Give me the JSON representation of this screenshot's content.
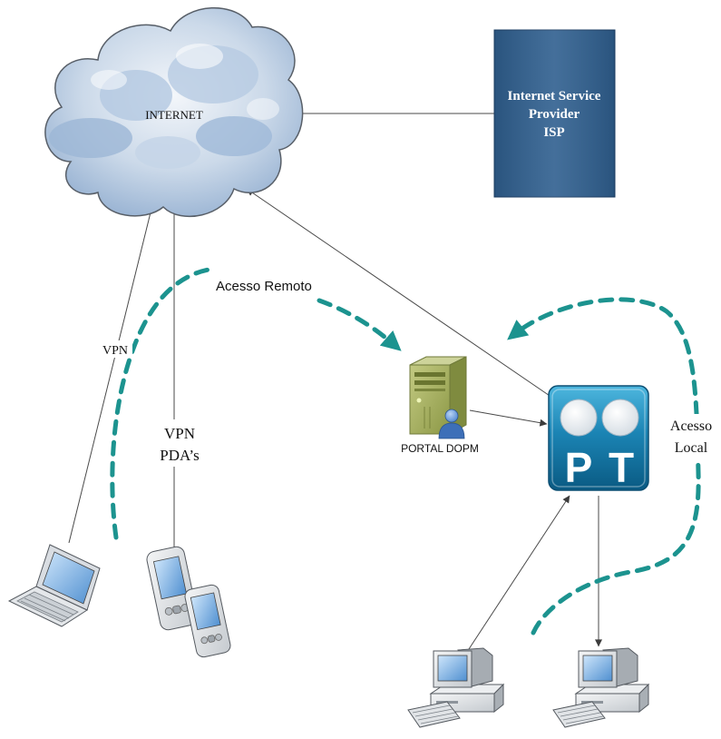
{
  "diagram": {
    "cloud": {
      "label": "INTERNET"
    },
    "isp": {
      "lines": [
        "Internet Service",
        "Provider",
        "ISP"
      ]
    },
    "vpn_laptop_label": "VPN",
    "vpn_pda_label": [
      "VPN",
      "PDA’s"
    ],
    "remote_access_label": "Acesso Remoto",
    "local_access_label": [
      "Acesso",
      "Local"
    ],
    "server": {
      "label": "PORTAL DOPM"
    },
    "pt_logo": {
      "letters": [
        "P",
        "T"
      ]
    }
  },
  "icons": {
    "cloud": "cloud-icon",
    "isp": "isp-box",
    "server": "server-icon",
    "user": "user-icon",
    "pt_logo": "pt-logo-icon",
    "laptop": "laptop-icon",
    "pda": "pda-icon",
    "desktop": "desktop-icon"
  },
  "colors": {
    "access_dash": "#1c938f",
    "isp_fill": "#2f5f8f",
    "link_line": "#4a4a4a",
    "pt_logo": "#1b84b4",
    "server": "#9aa650"
  }
}
